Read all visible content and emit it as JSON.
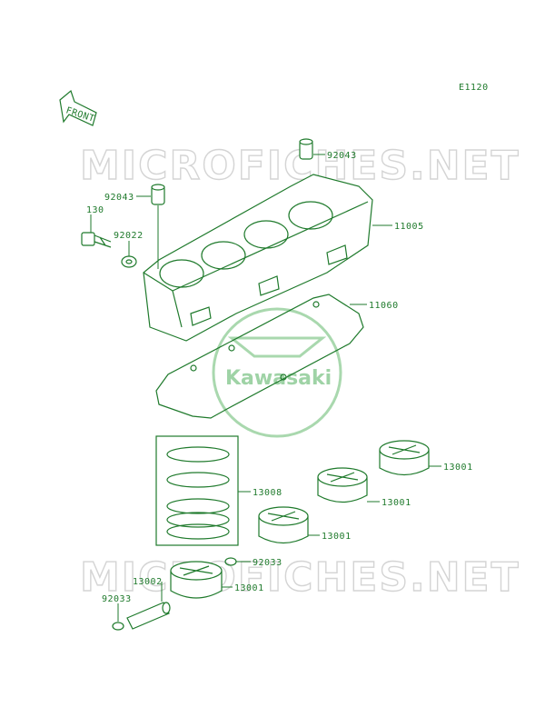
{
  "diagram": {
    "code": "E1120",
    "front_label": "FRONT",
    "callouts": [
      {
        "id": "c1",
        "label": "92043"
      },
      {
        "id": "c2",
        "label": "92043"
      },
      {
        "id": "c3",
        "label": "130"
      },
      {
        "id": "c4",
        "label": "92022"
      },
      {
        "id": "c5",
        "label": "11005"
      },
      {
        "id": "c6",
        "label": "11060"
      },
      {
        "id": "c7",
        "label": "13008"
      },
      {
        "id": "c8",
        "label": "13001"
      },
      {
        "id": "c9",
        "label": "13001"
      },
      {
        "id": "c10",
        "label": "13001"
      },
      {
        "id": "c11",
        "label": "92033"
      },
      {
        "id": "c12",
        "label": "13002"
      },
      {
        "id": "c13",
        "label": "13001"
      },
      {
        "id": "c14",
        "label": "92033"
      }
    ]
  },
  "watermark": {
    "site_text": "MICROFICHES.NET",
    "brand_text": "Kawasaki"
  },
  "colors": {
    "line_art": "#1f7a2c",
    "watermark_gray": "#d4d4d4",
    "watermark_green": "#a9d8ae"
  }
}
